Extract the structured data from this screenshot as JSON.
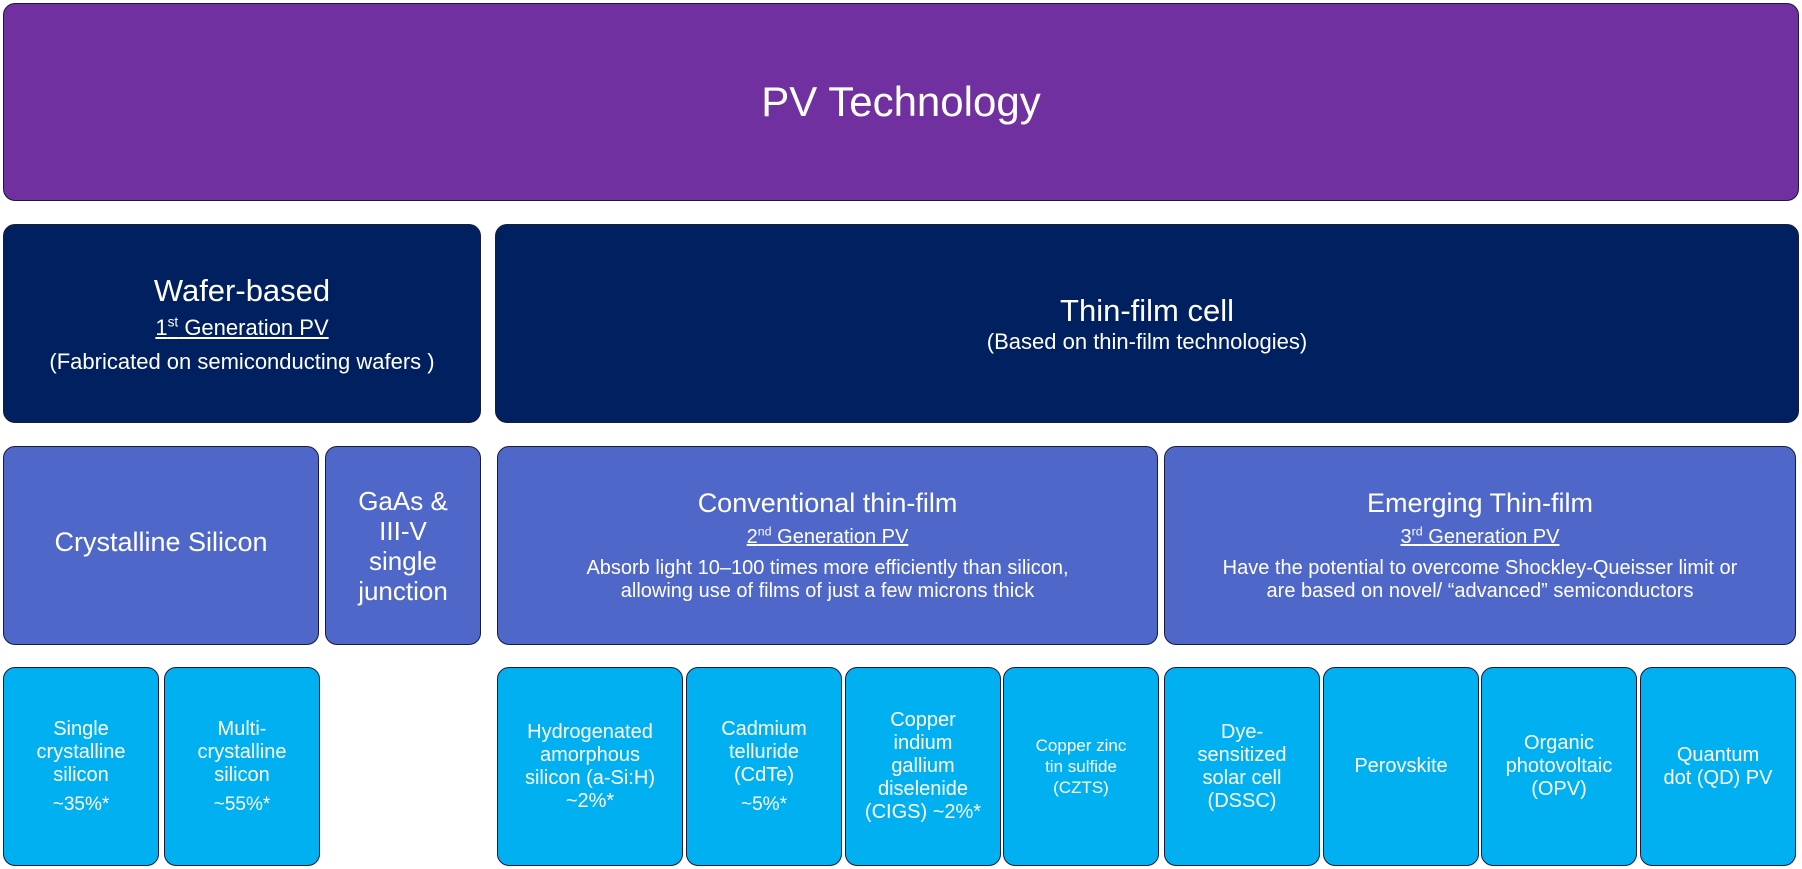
{
  "top": {
    "title": "PV Technology"
  },
  "wafer": {
    "title": "Wafer-based",
    "gen_prefix": "1",
    "gen_sup": "st",
    "gen_suffix": " Generation PV",
    "desc": "(Fabricated on semiconducting wafers )"
  },
  "thinfilm": {
    "title": "Thin-film cell",
    "desc": "(Based on thin-film technologies)"
  },
  "crystalline": {
    "title": "Crystalline Silicon"
  },
  "gaas": {
    "line1": "GaAs &",
    "line2": "III-V",
    "line3": "single",
    "line4": "junction"
  },
  "conventional": {
    "title": "Conventional thin-film",
    "gen_prefix": "2",
    "gen_sup": "nd",
    "gen_suffix": " Generation PV",
    "desc1": "Absorb light  10–100 times more efficiently than silicon,",
    "desc2": "allowing  use of films of just a few microns thick"
  },
  "emerging": {
    "title": "Emerging Thin-film",
    "gen_prefix": "3",
    "gen_sup": "rd",
    "gen_suffix": " Generation PV",
    "desc1": "Have the potential to overcome Shockley-Queisser limit or",
    "desc2": "are based on novel/ “advanced” semiconductors"
  },
  "leaves": {
    "single": {
      "lines": [
        "Single",
        "crystalline",
        "silicon"
      ],
      "eff": "~35%*"
    },
    "multi": {
      "lines": [
        "Multi-",
        "crystalline",
        "silicon"
      ],
      "eff": "~55%*"
    },
    "asi": {
      "lines": [
        "Hydrogenated",
        "amorphous",
        "silicon (a-Si:H)",
        "~2%*"
      ]
    },
    "cdte": {
      "lines": [
        "Cadmium",
        "telluride",
        "(CdTe)"
      ],
      "eff": "~5%*"
    },
    "cigs": {
      "lines": [
        "Copper",
        "indium",
        "gallium",
        "diselenide",
        "(CIGS) ~2%*"
      ]
    },
    "czts": {
      "lines": [
        "Copper zinc",
        "tin sulfide",
        "(CZTS)"
      ]
    },
    "dssc": {
      "lines": [
        "Dye-",
        "sensitized",
        "solar cell",
        "(DSSC)"
      ]
    },
    "perovskite": {
      "lines": [
        "Perovskite"
      ]
    },
    "opv": {
      "lines": [
        "Organic",
        "photovoltaic",
        "(OPV)"
      ]
    },
    "qd": {
      "lines": [
        "Quantum",
        "dot (QD) PV"
      ]
    }
  }
}
